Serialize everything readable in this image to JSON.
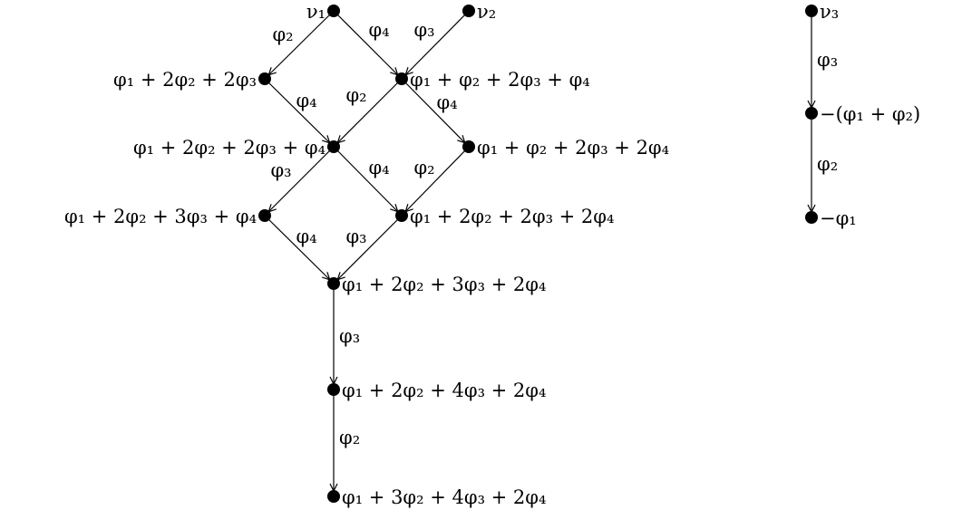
{
  "nodes": [
    {
      "id": "n1",
      "label": "ν₁"
    },
    {
      "id": "n2",
      "label": "ν₂"
    },
    {
      "id": "n3",
      "label": "φ₁ + 2φ₂ + 2φ₃"
    },
    {
      "id": "n4",
      "label": "φ₁ + φ₂ + 2φ₃ + φ₄"
    },
    {
      "id": "n5",
      "label": "φ₁ + 2φ₂ + 2φ₃ + φ₄"
    },
    {
      "id": "n6",
      "label": "φ₁ + φ₂ + 2φ₃ + 2φ₄"
    },
    {
      "id": "n7",
      "label": "φ₁ + 2φ₂ + 3φ₃ + φ₄"
    },
    {
      "id": "n8",
      "label": "φ₁ + 2φ₂ + 2φ₃ + 2φ₄"
    },
    {
      "id": "n9",
      "label": "φ₁ + 2φ₂ + 3φ₃ + 2φ₄"
    },
    {
      "id": "n10",
      "label": "φ₁ + 2φ₂ + 4φ₃ + 2φ₄"
    },
    {
      "id": "n11",
      "label": "φ₁ + 3φ₂ + 4φ₃ + 2φ₄"
    },
    {
      "id": "m1",
      "label": "ν₃"
    },
    {
      "id": "m2",
      "label": "−(φ₁ + φ₂)"
    },
    {
      "id": "m3",
      "label": "−φ₁"
    }
  ],
  "edges": [
    {
      "from": "n1",
      "to": "n3",
      "label": "φ₂"
    },
    {
      "from": "n1",
      "to": "n4",
      "label": "φ₄"
    },
    {
      "from": "n2",
      "to": "n4",
      "label": "φ₃"
    },
    {
      "from": "n3",
      "to": "n5",
      "label": "φ₄"
    },
    {
      "from": "n4",
      "to": "n5",
      "label": "φ₂"
    },
    {
      "from": "n4",
      "to": "n6",
      "label": "φ₄"
    },
    {
      "from": "n5",
      "to": "n7",
      "label": "φ₃"
    },
    {
      "from": "n5",
      "to": "n8",
      "label": "φ₄"
    },
    {
      "from": "n6",
      "to": "n8",
      "label": "φ₂"
    },
    {
      "from": "n7",
      "to": "n9",
      "label": "φ₄"
    },
    {
      "from": "n8",
      "to": "n9",
      "label": "φ₃"
    },
    {
      "from": "n9",
      "to": "n10",
      "label": "φ₃"
    },
    {
      "from": "n10",
      "to": "n11",
      "label": "φ₂"
    },
    {
      "from": "m1",
      "to": "m2",
      "label": "φ₃"
    },
    {
      "from": "m2",
      "to": "m3",
      "label": "φ₂"
    }
  ]
}
